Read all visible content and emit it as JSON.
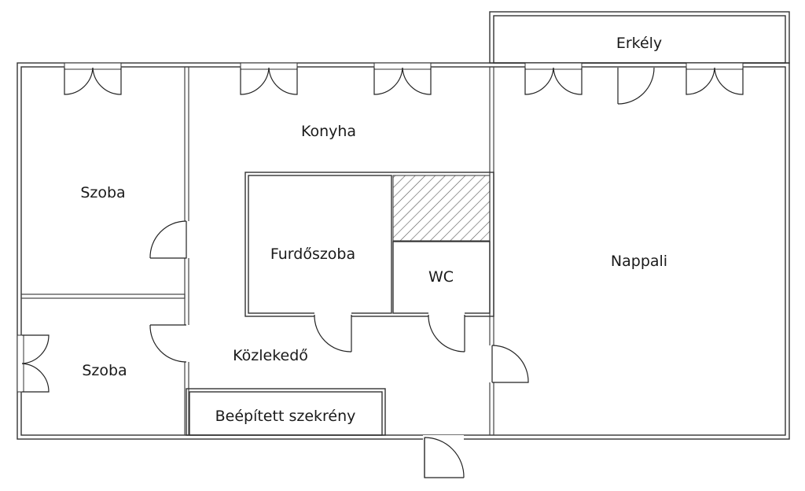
{
  "rooms": {
    "erkely": "Erkély",
    "konyha": "Konyha",
    "szoba_top": "Szoba",
    "szoba_bottom": "Szoba",
    "furdoszoba": "Furdőszoba",
    "wc": "WC",
    "nappali": "Nappali",
    "kozlekedo": "Közlekedő",
    "szekreny": "Beépített szekrény"
  },
  "colors": {
    "wall": "#333333",
    "hatch": "#555555",
    "background": "#ffffff"
  }
}
